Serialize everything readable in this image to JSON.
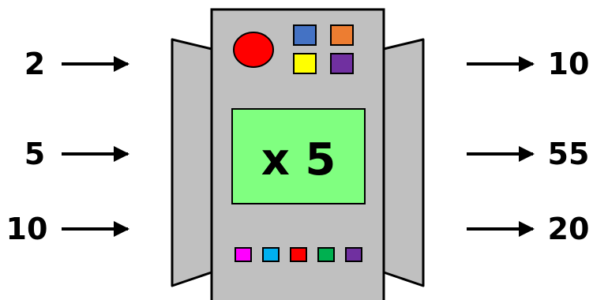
{
  "machine": {
    "operation_label": "x 5",
    "body_color": "#c0c0c0",
    "screen_color": "#80ff80",
    "outline_color": "#000000",
    "indicator_light_color": "#ff0000",
    "top_buttons": [
      {
        "name": "blue-button",
        "color": "#4472c4"
      },
      {
        "name": "orange-button",
        "color": "#ed7d31"
      },
      {
        "name": "yellow-button",
        "color": "#ffff00"
      },
      {
        "name": "purple-button",
        "color": "#7030a0"
      }
    ],
    "bottom_buttons": [
      {
        "name": "magenta-button",
        "color": "#ff00ff"
      },
      {
        "name": "cyan-button",
        "color": "#00b0f0"
      },
      {
        "name": "red-button",
        "color": "#ff0000"
      },
      {
        "name": "green-button",
        "color": "#00b050"
      },
      {
        "name": "violet-button",
        "color": "#7030a0"
      }
    ]
  },
  "inputs": [
    "2",
    "5",
    "10"
  ],
  "outputs": [
    "10",
    "55",
    "20"
  ]
}
